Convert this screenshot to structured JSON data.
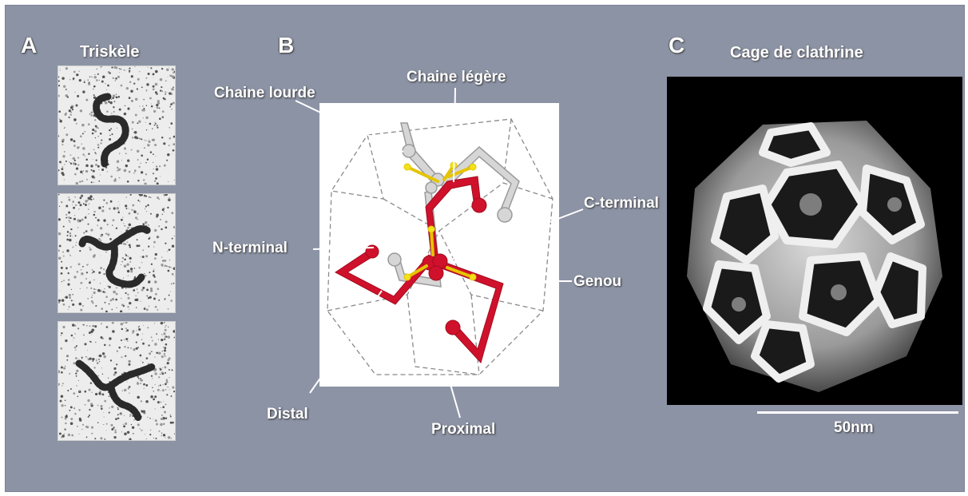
{
  "panels": {
    "a": {
      "letter": "A",
      "title": "Triskèle"
    },
    "b": {
      "letter": "B"
    },
    "c": {
      "letter": "C",
      "title": "Cage de clathrine"
    }
  },
  "labels": {
    "chaine_lourde": "Chaine lourde",
    "chaine_legere": "Chaine légère",
    "c_terminal": "C-terminal",
    "n_terminal": "N-terminal",
    "genou": "Genou",
    "distal": "Distal",
    "proximal": "Proximal"
  },
  "scale": {
    "label": "50nm"
  },
  "colors": {
    "background": "#8c93a5",
    "heavy_chain_red": "#d0112b",
    "heavy_chain_grey": "#d2d2d2",
    "light_chain_yellow": "#f2e21a",
    "label_text": "#ffffff"
  }
}
